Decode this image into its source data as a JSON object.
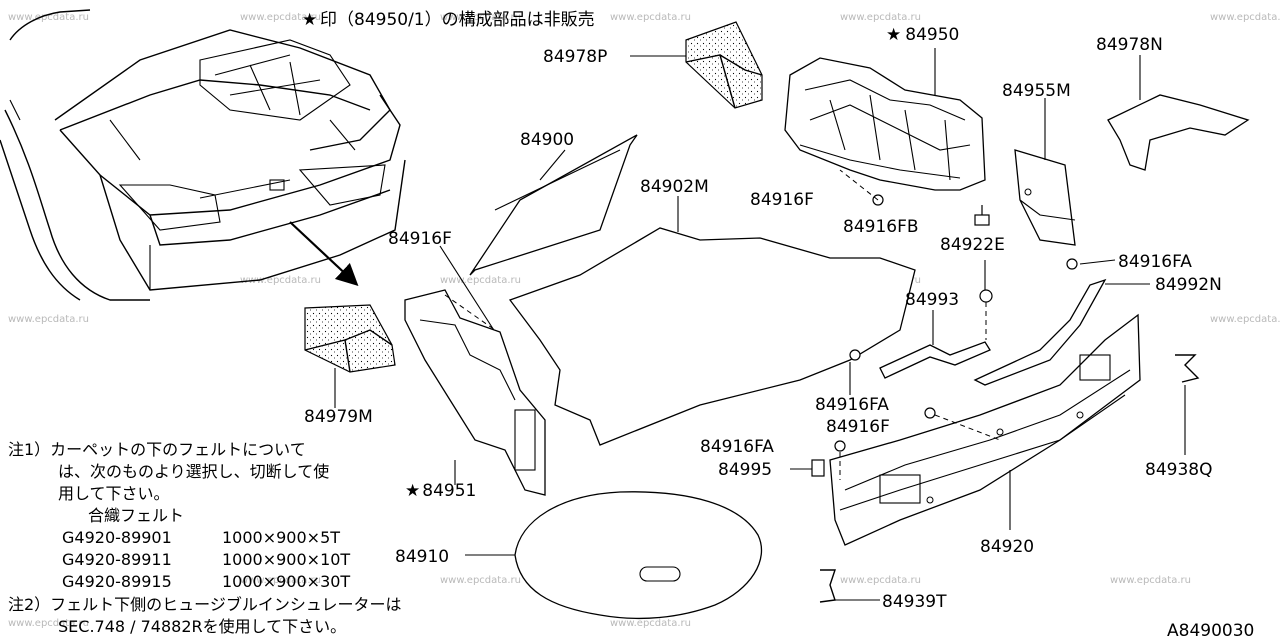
{
  "watermark": "www.epcdata.ru",
  "diagram_code": "A8490030",
  "header_note": "印（84950/1）の構成部品は非販売",
  "header_star": "★",
  "part_labels": {
    "p84978P": "84978P",
    "p84950": "84950",
    "p84978N": "84978N",
    "p84955M": "84955M",
    "p84900": "84900",
    "p84902M": "84902M",
    "p84916F_top": "84916F",
    "p84916FB": "84916FB",
    "p84916F_left": "84916F",
    "p84922E": "84922E",
    "p84916FA_right": "84916FA",
    "p84992N": "84992N",
    "p84993": "84993",
    "p84979M": "84979M",
    "p84916FA_mid": "84916FA",
    "p84916F_mid": "84916F",
    "p84916FA_low": "84916FA",
    "p84995": "84995",
    "p84938Q": "84938Q",
    "p84951": "84951",
    "p84920": "84920",
    "p84910": "84910",
    "p84939T": "84939T"
  },
  "notes": {
    "note1_head": "注1）カーペットの下のフェルトについて",
    "note1_line2": "は、次のものより選択し、切断して使",
    "note1_line3": "用して下さい。",
    "note1_sub": "合織フェルト",
    "felt_rows": [
      {
        "code": "G4920-89901",
        "size": "1000×900×5T"
      },
      {
        "code": "G4920-89911",
        "size": "1000×900×10T"
      },
      {
        "code": "G4920-89915",
        "size": "1000×900×30T"
      }
    ],
    "note2_line1": "注2）フェルト下側のヒュージブルインシュレーターは",
    "note2_line2": "SEC.748 / 74882Rを使用して下さい。"
  }
}
